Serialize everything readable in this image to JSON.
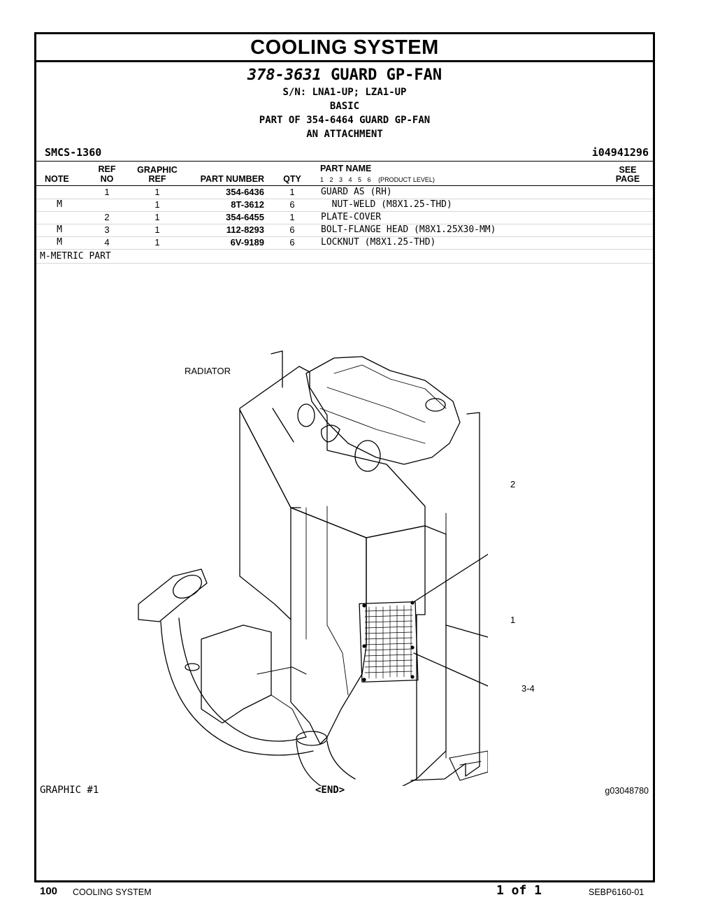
{
  "header": {
    "section_title": "COOLING SYSTEM",
    "group_number": "378-3631",
    "group_name": "GUARD GP-FAN",
    "serial_range": "S/N: LNA1-UP; LZA1-UP",
    "configuration": "BASIC",
    "part_of": "PART OF 354-6464 GUARD GP-FAN",
    "attachment": "AN ATTACHMENT",
    "smcs": "SMCS-1360",
    "illustration_id": "i04941296"
  },
  "columns": {
    "note": "NOTE",
    "ref_top": "REF",
    "ref_bottom": "NO",
    "graphic_top": "GRAPHIC",
    "graphic_bottom": "REF",
    "part_number": "PART NUMBER",
    "qty": "QTY",
    "part_name": "PART NAME",
    "levels": "1 2 3 4 5 6",
    "product_level": "(PRODUCT LEVEL)",
    "see_top": "SEE",
    "see_bottom": "PAGE"
  },
  "parts": [
    {
      "note": "",
      "ref": "1",
      "graphic": "1",
      "part_number": "354-6436",
      "qty": "1",
      "name": "GUARD AS (RH)"
    },
    {
      "note": "M",
      "ref": "",
      "graphic": "1",
      "part_number": "8T-3612",
      "qty": "6",
      "name": "  NUT-WELD (M8X1.25-THD)"
    },
    {
      "note": "",
      "ref": "2",
      "graphic": "1",
      "part_number": "354-6455",
      "qty": "1",
      "name": "PLATE-COVER"
    },
    {
      "note": "M",
      "ref": "3",
      "graphic": "1",
      "part_number": "112-8293",
      "qty": "6",
      "name": "BOLT-FLANGE HEAD (M8X1.25X30-MM)"
    },
    {
      "note": "M",
      "ref": "4",
      "graphic": "1",
      "part_number": "6V-9189",
      "qty": "6",
      "name": "LOCKNUT (M8X1.25-THD)"
    }
  ],
  "footnote": "M-METRIC PART",
  "illustration": {
    "radiator_label": "RADIATOR",
    "callout_2": "2",
    "callout_1": "1",
    "callout_3_4": "3-4"
  },
  "graphic_label": "GRAPHIC #1",
  "end_marker": "<END>",
  "graphic_id": "g03048780",
  "footer": {
    "page_number": "100",
    "section": "COOLING SYSTEM",
    "page_of": "1 of 1",
    "publication": "SEBP6160-01"
  }
}
